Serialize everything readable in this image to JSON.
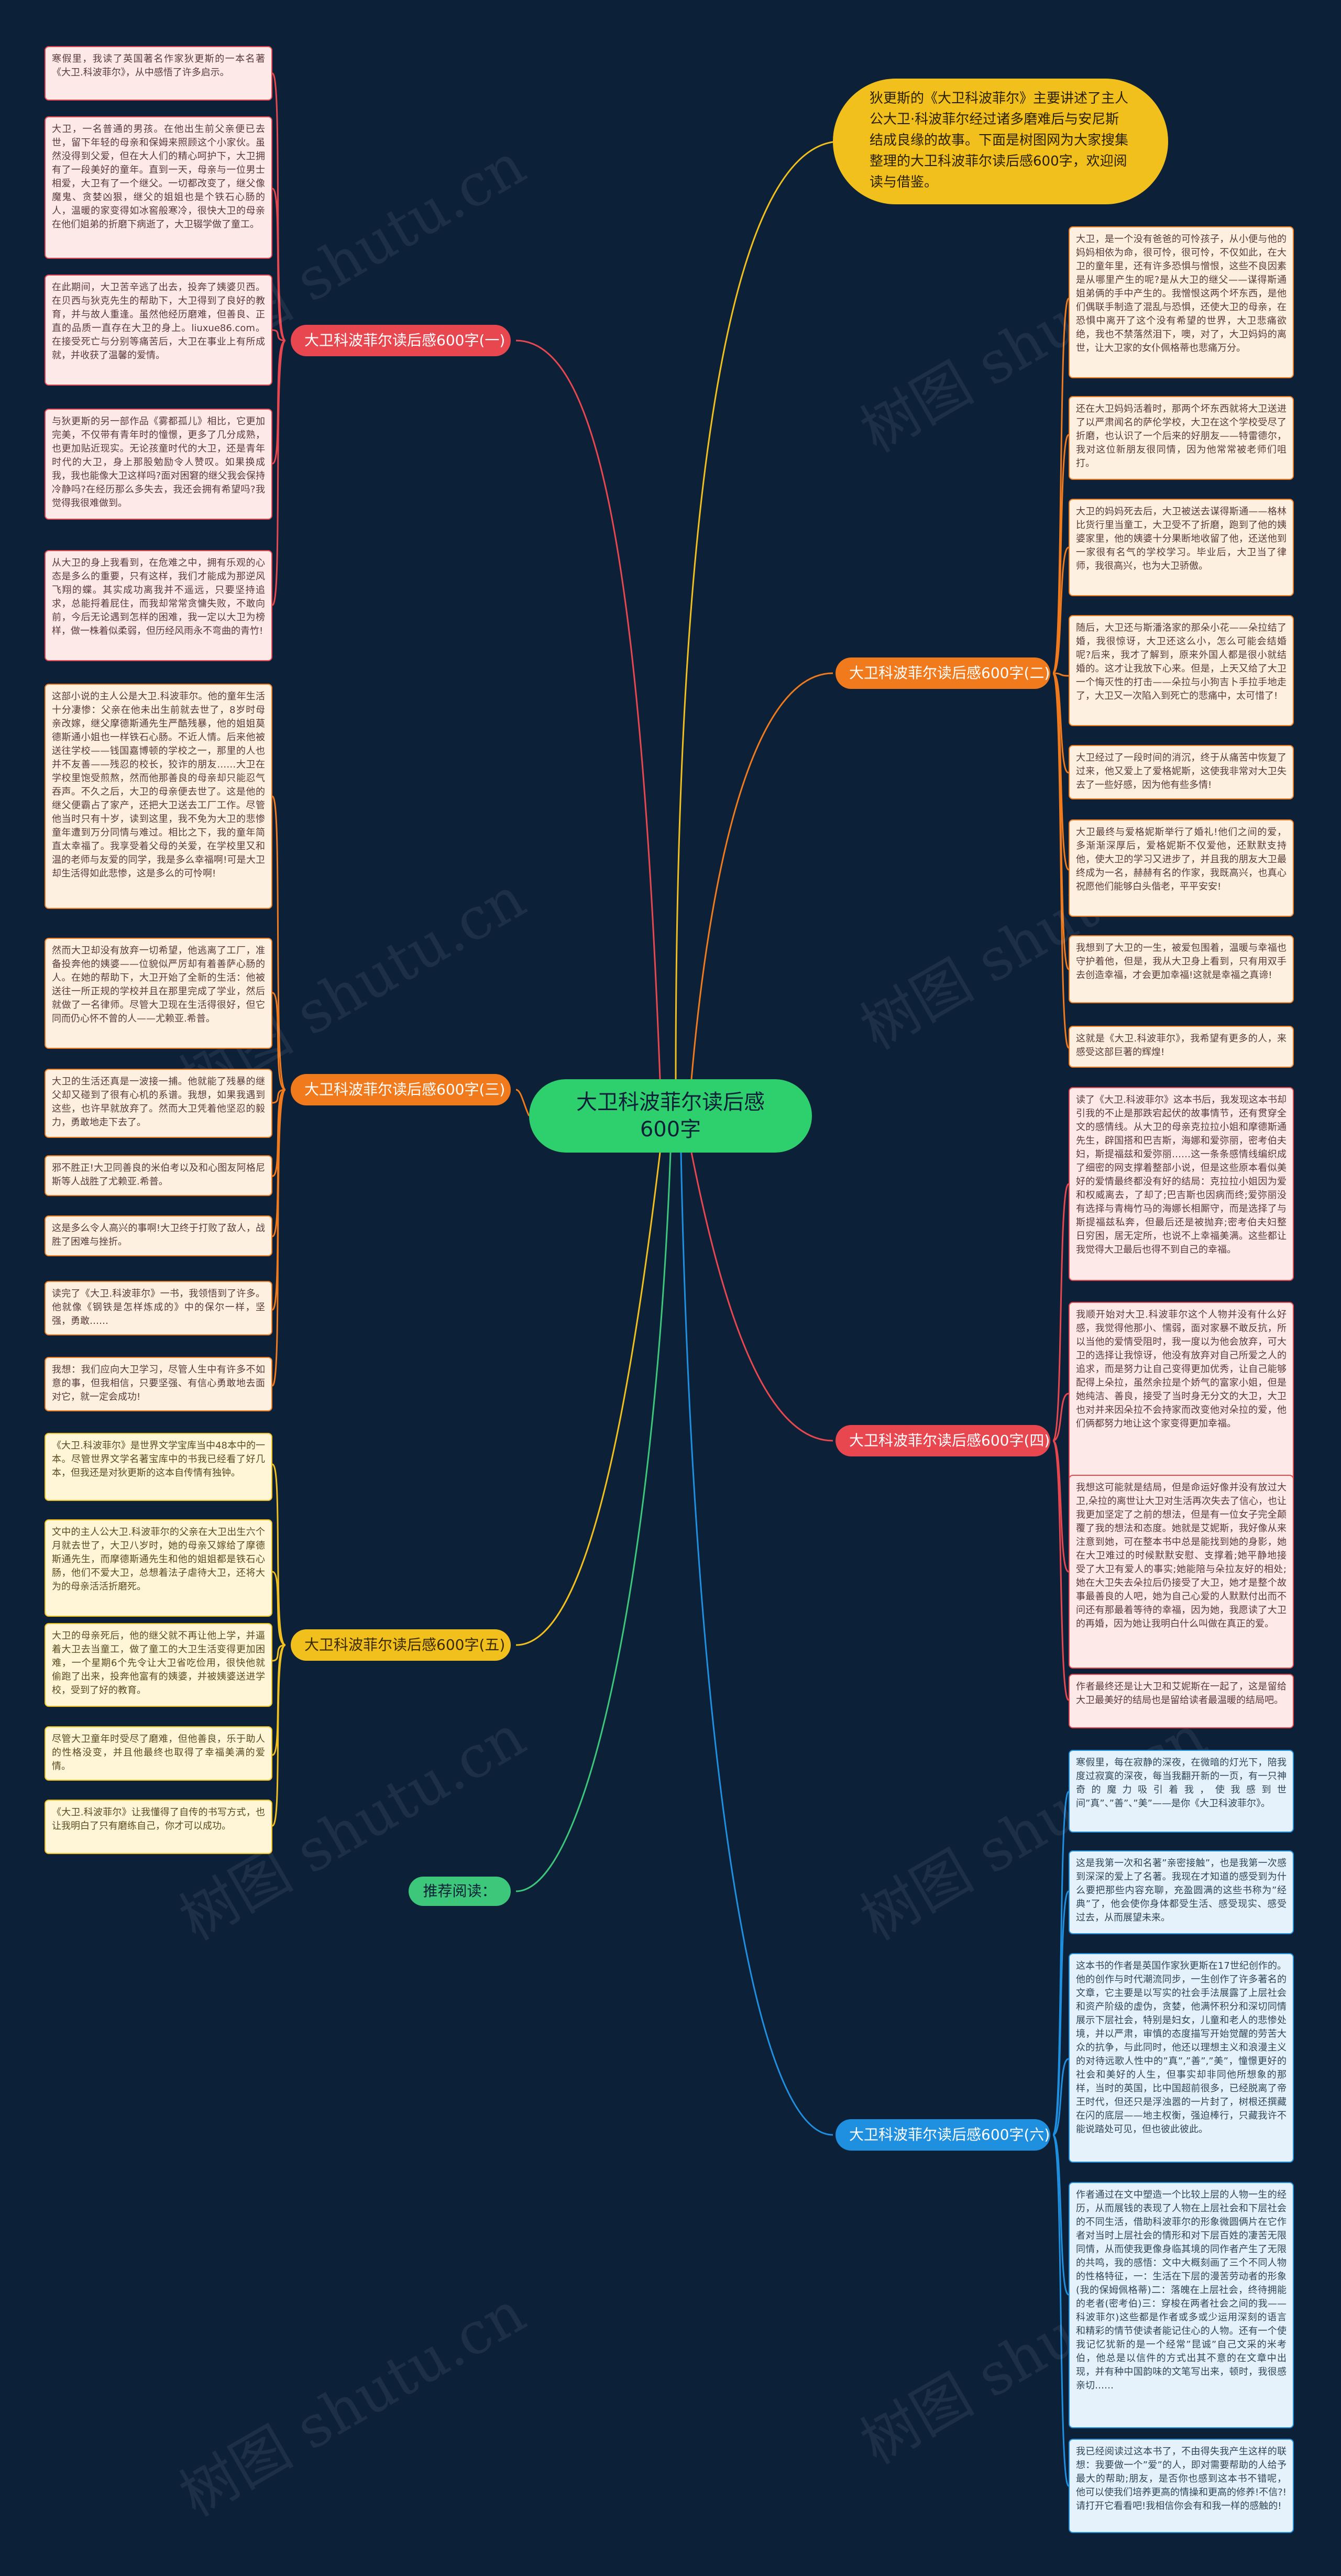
{
  "center": "大卫科波菲尔读后感600字",
  "intro": "狄更斯的《大卫科波菲尔》主要讲述了主人公大卫·科波菲尔经过诸多磨难后与安尼斯结成良缘的故事。下面是树图网为大家搜集整理的大卫科波菲尔读后感600字，欢迎阅读与借鉴。",
  "watermark": "树图 shutu.cn",
  "colors": {
    "background": "#0c2038",
    "center": "#2ed06e",
    "red": "#e8474f",
    "orange": "#f07a1c",
    "yellow": "#f2c01c",
    "blue": "#1f8fe0",
    "green": "#3cc77a"
  },
  "branches": {
    "b1": "大卫科波菲尔读后感600字(一)",
    "b2": "大卫科波菲尔读后感600字(二)",
    "b3": "大卫科波菲尔读后感600字(三)",
    "b4": "大卫科波菲尔读后感600字(四)",
    "b5": "大卫科波菲尔读后感600字(五)",
    "b6": "大卫科波菲尔读后感600字(六)",
    "rec": "推荐阅读："
  },
  "cards": {
    "l1": [
      "寒假里，我读了英国著名作家狄更斯的一本名著《大卫.科波菲尔》，从中感悟了许多启示。",
      "大卫，一名普通的男孩。在他出生前父亲便已去世，留下年轻的母亲和保姆来照顾这个小家伙。虽然没得到父爱，但在大人们的精心呵护下，大卫拥有了一段美好的童年。直到一天，母亲与一位男士相爱，大卫有了一个继父。一切都改变了，继父像魔鬼、贪婪凶狠，继父的姐姐也是个铁石心肠的人，温暖的家变得如冰窖般寒冷，很快大卫的母亲在他们姐弟的折磨下病逝了，大卫辍学做了童工。",
      "在此期间，大卫苦辛逃了出去，投奔了姨婆贝西。在贝西与狄克先生的帮助下，大卫得到了良好的教育，并与故人重逢。虽然他经历磨难，但善良、正直的品质一直存在大卫的身上。liuxue86.com。在接受死亡与分别等痛苦后，大卫在事业上有所成就，并收获了温馨的爱情。",
      "与狄更斯的另一部作品《雾都孤儿》相比，它更加完美，不仅带有青年时的憧憬，更多了几分成熟，也更加贴近现实。无论孩童时代的大卫，还是青年时代的大卫，身上那股勉励令人赞叹。如果换成我，我也能像大卫这样吗?面对困窘的继父我会保持冷静吗?在经历那么多失去，我还会拥有希望吗?我觉得我很难做到。",
      "从大卫的身上我看到，在危难之中，拥有乐观的心态是多么的重要，只有这样，我们才能成为那逆风飞翔的蝶。其实成功离我并不遥远，只要坚持追求，总能捋着屁住，而我却常常贪慵失败，不敢向前，今后无论遇到怎样的困难，我一定以大卫为榜样，做一株着似柔弱，但历经风雨永不弯曲的青竹!"
    ],
    "l2": [
      "这部小说的主人公是大卫.科波菲尔。他的童年生活十分凄惨：父亲在他未出生前就去世了，8岁时母亲改嫁，继父摩德斯通先生严酷残暴，他的姐姐莫德斯通小姐也一样铁石心肠。不近人情。后来他被送往学校——钱国嘉博顿的学校之一，那里的人也并不友善——残忍的校长，狡诈的朋友……大卫在学校里饱受煎熬，然而他那善良的母亲却只能忍气吞声。不久之后，大卫的母亲便去世了。这是他的继父便霸占了家产，还把大卫送去工厂工作。尽管他当时只有十岁，读到这里，我不免为大卫的悲惨童年遭到万分同情与难过。相比之下，我的童年简直太幸福了。我享受着父母的关爱，在学校里又和温的老师与友爱的同学，我是多么幸福啊!可是大卫却生活得如此悲惨，这是多么的可怜啊!",
      "然而大卫却没有放弃一切希望，他逃离了工厂，准备投奔他的姨婆——位貌似严厉却有着善萨心肠的人。在她的帮助下，大卫开始了全新的生活：他被送往一所正规的学校并且在那里完成了学业，然后就做了一名律师。尽管大卫现在生活得很好，但它同而仍心怀不曾的人——尤赖亚.希普。",
      "大卫的生活还真是一波接一捕。他就能了残暴的继父却又碰到了很有心机的系谱。我想，如果我遇到这些，也许早就放弃了。然而大卫凭着他坚忍的毅力，勇敢地走下去了。",
      "邪不胜正!大卫同善良的米伯考以及和心图友阿格尼斯等人战胜了尤赖亚.希普。",
      "这是多么令人高兴的事啊!大卫终于打败了敌人，战胜了困难与挫折。",
      "读完了《大卫.科波菲尔》一书，我领悟到了许多。他就像《钢铁是怎样炼成的》中的保尔一样，坚强，勇敢……",
      "我想：我们应向大卫学习，尽管人生中有许多不如意的事，但我相信，只要坚强、有信心勇敢地去面对它，就一定会成功!"
    ],
    "l3": [
      "《大卫.科波菲尔》是世界文学宝库当中48本中的一本。尽管世界文学名著宝库中的书我已经看了好几本，但我还是对狄更斯的这本自传情有独钟。",
      "文中的主人公大卫.科波菲尔的父亲在大卫出生六个月就去世了，大卫八岁时，她的母亲又嫁给了摩德斯通先生，而摩德斯通先生和他的姐姐都是铁石心肠，他们不爱大卫，总想着法子虐待大卫，还将大为的母亲活活折磨死。",
      "大卫的母亲死后，他的继父就不再让他上学，并逼着大卫去当童工，做了童工的大卫生活变得更加困难，一个星期6个先令让大卫省吃俭用，很快他就偷跑了出来，投奔他富有的姨婆，并被姨婆送进学校，受到了好的教育。",
      "尽管大卫童年时受尽了磨难，但他善良，乐于助人的性格没变，并且他最终也取得了幸福美满的爱情。",
      "《大卫.科波菲尔》让我懂得了自传的书写方式，也让我明白了只有磨练自己，你才可以成功。"
    ],
    "r2": [
      "大卫，是一个没有爸爸的可怜孩子，从小便与他的妈妈相依为命，很可怜，很可怜，不仅如此，在大卫的童年里，还有许多恐惧与憎恨，这些不良因素是从哪里产生的呢?是从大卫的继父——谋得斯通姐弟俩的手中产生的。我憎恨这两个坏东西，是他们偶联手制造了混乱与恐惧，还使大卫的母亲，在恐惧中离开了这个没有希望的世界，大卫悲痛欲绝，我也不禁落然泪下，噢，对了，大卫妈妈的离世，让大卫家的女仆佩格蒂也悲痛万分。",
      "还在大卫妈妈活着时，那两个坏东西就将大卫送进了以严肃闻名的萨伦学校，大卫在这个学校受尽了折磨，也认识了一个后来的好朋友——特雷德尔，我对这位新朋友很同情，因为他常常被老师们咀打。",
      "大卫的妈妈死去后，大卫被送去谋得斯通——格林比货行里当童工，大卫受不了折磨，跑到了他的姨婆家里，他的姨婆十分果断地收留了他，还送他到一家很有名气的学校学习。毕业后，大卫当了律师，我很高兴，也为大卫骄傲。",
      "随后，大卫还与斯潘洛家的那朵小花——朵拉结了婚，我很惊讶，大卫还这么小，怎么可能会结婚呢?后来，我才了解到，原来外国人都是很小就结婚的。这才让我放下心来。但是，上天又给了大卫一个悔灭性的打击——朵拉与小狗吉卜手拉手地走了，大卫又一次陷入到死亡的悲痛中，太可惜了!",
      "大卫经过了一段时间的消沉，终于从痛苦中恢复了过来，他又爱上了爱格妮斯，这使我非常对大卫失去了一些好感，因为他有些多情!",
      "大卫最终与爱格妮斯举行了婚礼!他们之间的爱，多渐渐深厚后，爱格妮斯不仅爱他，还默默支持他，使大卫的学习又进步了，并且我的朋友大卫最终成为一名，赫赫有名的作家，我既高兴，也真心祝愿他们能够白头偕老，平平安安!",
      "我想到了大卫的一生，被爱包围着，温暖与幸福也守护着他，但是，我从大卫身上看到，只有用双手去创造幸福，才会更加幸福!这就是幸福之真谛!",
      "这就是《大卫.科波菲尔》，我希望有更多的人，来感受这部巨著的辉煌!"
    ],
    "r4": [
      "读了《大卫.科波菲尔》这本书后，我发现这本书却引我的不止是那跌宕起伏的故事情节，还有贯穿全文的感情线。从大卫的母亲克拉拉小姐和摩德斯通先生，辟国搭和巴吉斯，海娜和爱弥丽，密考伯夫妇，斯提福兹和爱弥丽……这一条条感情线编织成了细密的网支撑着整部小说，但是这些原本看似美好的爱情最终都没有好的结局：克拉拉小姐因为爱和权威离去，了却了;巴吉斯也因病而终;爱弥丽没有选择与青梅竹马的海娜长相厮守，而是选择了与斯提福兹私奔，但最后还是被抛弃;密考伯夫妇整日穷困，居无定所，也说不上幸福美满。这些都让我觉得大卫最后也得不到自己的幸福。",
      "我顺开始对大卫.科波菲尔这个人物并没有什么好感，我觉得他那小、懦弱，面对家暴不敢反抗，所以当他的爱情受阻时，我一度以为他会放弃，可大卫的选择让我惊讶，他没有放弃对自己所爱之人的追求，而是努力让自己变得更加优秀，让自己能够配得上朵拉，虽然余拉是个娇气的富家小姐，但是她纯洁、善良，接受了当时身无分文的大卫，大卫也对并来因朵拉不会持家而改变他对朵拉的爱，他们俩都努力地让这个家变得更加幸福。",
      "我想这可能就是结局，但是命运好像并没有放过大卫,朵拉的离世让大卫对生活再次失去了信心，也让我更加坚定了之前的想法，但是有一位女子完全颠覆了我的想法和态度。她就是艾妮斯，我好像从来注意到她，可在整本书中总是能找到她的身影，她在大卫难过的时候默默安慰、支撑着;她平静地接受了大卫有爱人的事实;她能陪与朵拉友好的相处;她在大卫失去朵拉后仍接受了大卫，她才是整个故事最善良的人吧，她为自己心爱的人默默付出而不问还有那最着等待的幸福，因为她，我愿读了大卫的再婚，因为她让我明白什么叫做在真正的爱。",
      "作者最终还是让大卫和艾妮斯在一起了，这是留给大卫最美好的结局也是留给读者最温暖的结局吧。"
    ],
    "r6": [
      "寒假里，每在寂静的深夜，在微暗的灯光下，陪我度过寂寞的深夜，每当我翻开新的一页，有一只神奇的魔力吸引着我，使我感到世间”真”、”善”、”美”——是你《大卫科波菲尔》。",
      "这是我第一次和名著”亲密接触”，也是我第一次感到深深的爱上了名著。我现在才知道的感受到为什么要把那些内容充聊，充盈圆满的这些书称为”经典”了，他会使你身体都受生活、感受现实、感受过去，从而展望未来。",
      "这本书的作者是英国作家狄更斯在17世纪创作的。他的创作与时代潮流同步，一生创作了许多著名的文章，它主要是以写实的社会手法展露了上层社会和资产阶级的虚伪，贪婪，他满怀积分和深切同情展示下层社会，特别是妇女，儿童和老人的悲惨处境，并以严肃，审慎的态度描写开始觉醒的劳苦大众的抗争，与此同时，他还以理想主义和浪漫主义的对待远歌人性中的”真”,”善”,”美”，憧憬更好的社会和美好的人生，但事实却非同他所想象的那样，当时的英国，比中国超前很多，已经脱离了帝王时代，但还只是浮浊嚣的一片封了，树根还撰藏在闪的底层——地主权衡，强迫棒行，只藏我许不能说踏处可见，但也彼此彼此。",
      "作者通过在文中塑造一个比较上层的人物一生的经历，从而展钱的表现了人物在上层社会和下层社会的不同生活，借助科波菲尔的形象微圆俩片在它作者对当时上层社会的情形和对下层百姓的凄苦无限同情，从而使我更像身临其境的同作者产生了无限的共鸣，我的感悟：文中大概刻画了三个不同人物的性格特征，一：生活在下层的漫苦劳动者的形象(我的保姆佩格蒂)二：落魄在上层社会，终待拥能的老者(密考伯)三：穿梭在两者社会之间的我——科波菲尔)这些都是作者或多或少运用深刻的语言和精彩的情节使读者能记住心的人物。还有一个使我记忆犹新的是一个经常”昆诚”自己文采的米考伯，他总是以信件的方式出其不意的在文章中出现，并有种中国韵味的文笔写出来，顿时，我很感亲切……",
      "我已经阅读过这本书了，不由得失我产生这样的联想：我要做一个”爱”的人，即对需要帮助的人给予最大的帮助;朋友，是否你也感到这本书不错呢，他可以使我们培养更高的情操和更高的修养!不信?!请打开它看看吧!我相信你会有和我一样的感触的!"
    ]
  }
}
